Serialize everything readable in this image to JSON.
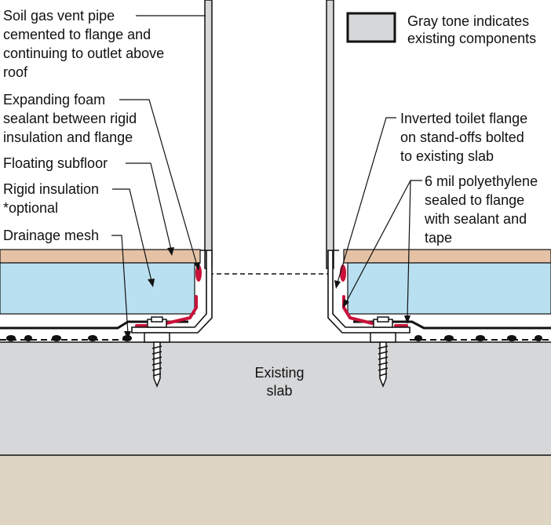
{
  "legend": {
    "line1": "Gray tone indicates",
    "line2": "existing components"
  },
  "labels": {
    "vent_pipe": [
      "Soil gas vent pipe",
      "cemented to flange and",
      "continuing to outlet above",
      "roof"
    ],
    "foam": [
      "Expanding foam",
      "sealant between rigid",
      "insulation and flange"
    ],
    "subfloor": [
      "Floating subfloor"
    ],
    "insulation": [
      "Rigid insulation",
      "*optional"
    ],
    "drainage": [
      "Drainage mesh"
    ],
    "toilet_flange": [
      "Inverted toilet flange",
      "on stand-offs bolted",
      "to existing slab"
    ],
    "poly": [
      "6 mil polyethylene",
      "sealed to flange",
      "with sealant and",
      "tape"
    ],
    "slab": [
      "Existing",
      "slab"
    ]
  },
  "colors": {
    "existing_gray": "#d6d7d9",
    "subfloor": "#e5c2a6",
    "insulation": "#b9e0f1",
    "ground": "#ddd4c2",
    "sealant": "#c8123a",
    "outline": "#111111"
  }
}
